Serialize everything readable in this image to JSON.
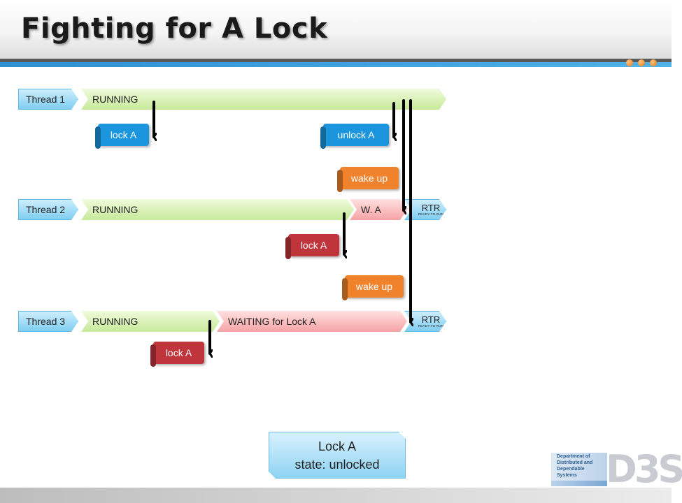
{
  "slide": {
    "title": "Fighting for A Lock"
  },
  "threads": [
    {
      "label": "Thread 1",
      "running": "RUNNING"
    },
    {
      "label": "Thread 2",
      "running": "RUNNING",
      "wait": "W. A",
      "rtr": "RTR",
      "rtr_sub": "READY-TO-RUN"
    },
    {
      "label": "Thread 3",
      "running": "RUNNING",
      "wait": "WAITING for Lock A",
      "rtr": "RTR",
      "rtr_sub": "READY-TO-RUN"
    }
  ],
  "events": {
    "t1_lock": "lock A",
    "t1_unlock": "unlock A",
    "t2_wake": "wake up",
    "t2_lock": "lock A",
    "t3_wake": "wake up",
    "t3_lock": "lock A"
  },
  "lock_state": {
    "line1": "Lock A",
    "line2": "state: unlocked"
  },
  "logo": {
    "text": "Department of Distributed and Dependable Systems",
    "letters": "D3S"
  },
  "colors": {
    "running": "#c7e99a",
    "thread_label": "#7fcdf1",
    "waiting": "#f6a3a4",
    "tag_blue": "#1b96de",
    "tag_orange": "#f0822b",
    "tag_red": "#c0353b"
  }
}
